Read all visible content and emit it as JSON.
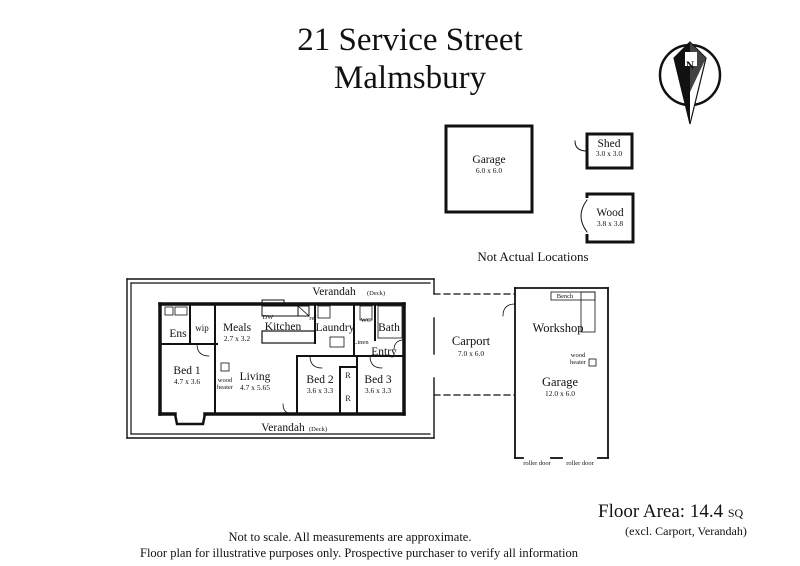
{
  "title": {
    "line1": "21 Service Street",
    "line2": "Malmsbury"
  },
  "compass_letter": "N",
  "outbuildings": [
    {
      "name": "Garage",
      "size": "6.0 x 6.0"
    },
    {
      "name": "Shed",
      "size": "3.0 x 3.0"
    },
    {
      "name": "Wood",
      "size": "3.8 x 3.8"
    }
  ],
  "not_actual_locations": "Not Actual Locations",
  "verandah_top": "Verandah",
  "verandah_top_note": "(Deck)",
  "verandah_bottom": "Verandah",
  "verandah_bottom_note": "(Deck)",
  "rooms": {
    "ens": "Ens",
    "wip": "wip",
    "meals": {
      "name": "Meals",
      "size": "2.7 x 3.2"
    },
    "kitchen": "Kitchen",
    "dw": "DW",
    "ref": "ref",
    "laundry": "Laundry",
    "wc": "WC",
    "bath": "Bath",
    "linen": "Linen",
    "entry": "Entry",
    "bed1": {
      "name": "Bed 1",
      "size": "4.7 x 3.6"
    },
    "living": {
      "name": "Living",
      "size": "4.7 x 5.65"
    },
    "wood_heater": [
      "wood",
      "heater"
    ],
    "bed2": {
      "name": "Bed 2",
      "size": "3.6 x 3.3"
    },
    "bed3": {
      "name": "Bed 3",
      "size": "3.6 x 3.3"
    },
    "robe_left": "R",
    "robe_right": "R"
  },
  "carport": {
    "name": "Carport",
    "size": "7.0 x 6.0"
  },
  "garage_building": {
    "bench": "Bench",
    "workshop": "Workshop",
    "wood_heater": [
      "wood",
      "heater"
    ],
    "name": "Garage",
    "size": "12.0 x 6.0",
    "roller_door_1": "roller door",
    "roller_door_2": "roller door"
  },
  "floor_area": {
    "label": "Floor Area: 14.4",
    "unit": "SQ",
    "note": "(excl. Carport, Verandah)"
  },
  "disclaimer": {
    "line1": "Not to scale. All measurements are approximate.",
    "line2": "Floor plan for illustrative purposes only. Prospective purchaser to verify all information"
  }
}
